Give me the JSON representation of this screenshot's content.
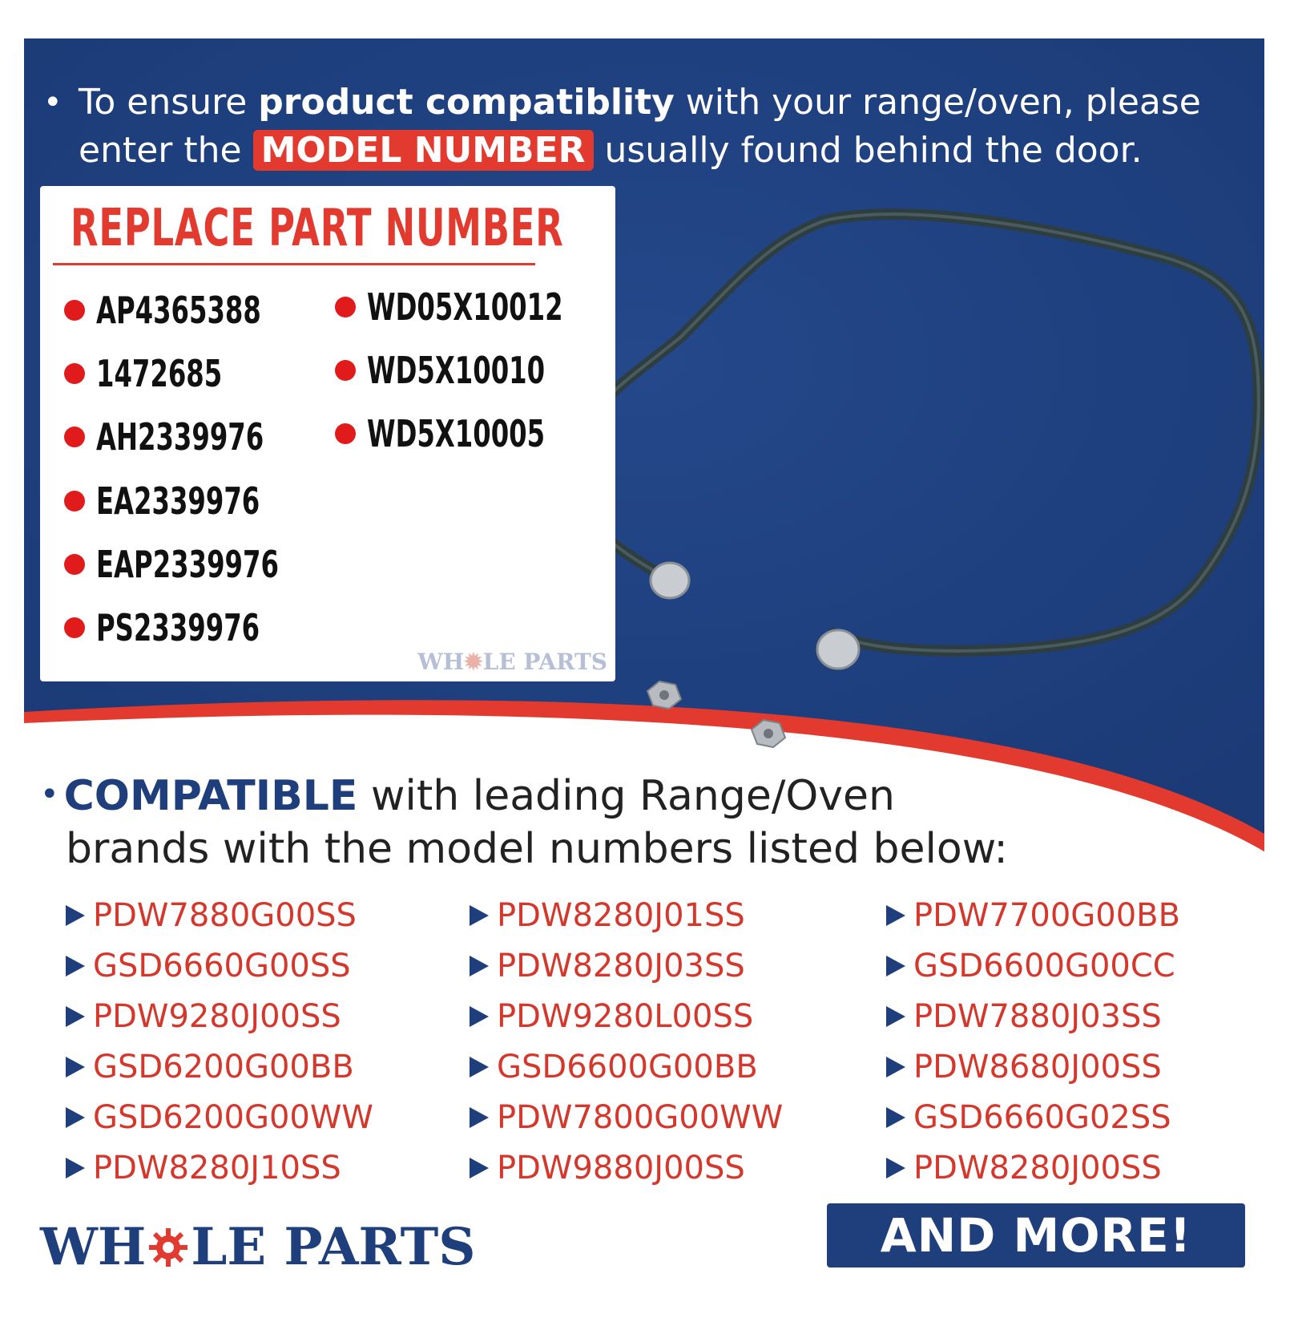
{
  "intro": {
    "text_1": "To ensure ",
    "bold": "product compatiblity",
    "text_2": " with your range/oven, please",
    "text_3": "enter the ",
    "highlight": "MODEL NUMBER",
    "text_4": " usually found behind the door."
  },
  "replace_card": {
    "title": "REPLACE PART NUMBER",
    "parts_left": [
      "AP4365388",
      "1472685",
      "AH2339976",
      "EA2339976",
      "EAP2339976",
      "PS2339976"
    ],
    "parts_right": [
      "WD05X10012",
      "WD5X10010",
      "WD5X10005"
    ],
    "watermark_a": "WH",
    "watermark_b": "LE PARTS"
  },
  "compat": {
    "bold": "COMPATIBLE",
    "line1_rest": " with leading Range/Oven",
    "line2": "brands with the model numbers listed below:"
  },
  "models": {
    "col1": [
      "PDW7880G00SS",
      "GSD6660G00SS",
      "PDW9280J00SS",
      "GSD6200G00BB",
      "GSD6200G00WW",
      "PDW8280J10SS"
    ],
    "col2": [
      "PDW8280J01SS",
      "PDW8280J03SS",
      "PDW9280L00SS",
      "GSD6600G00BB",
      "PDW7800G00WW",
      "PDW9880J00SS"
    ],
    "col3": [
      "PDW7700G00BB",
      "GSD6600G00CC",
      "PDW7880J03SS",
      "PDW8680J00SS",
      "GSD6660G02SS",
      "PDW8280J00SS"
    ]
  },
  "footer": {
    "logo_a": "WH",
    "logo_b": "LE PARTS",
    "more": "AND MORE!"
  },
  "colors": {
    "navy": "#1e3e7c",
    "panel_blue": "#1d3f7e",
    "red": "#e23a2e",
    "model_red": "#d4382d"
  },
  "icons": [
    "gear-icon",
    "heating-element-image",
    "hex-nut-icon"
  ]
}
